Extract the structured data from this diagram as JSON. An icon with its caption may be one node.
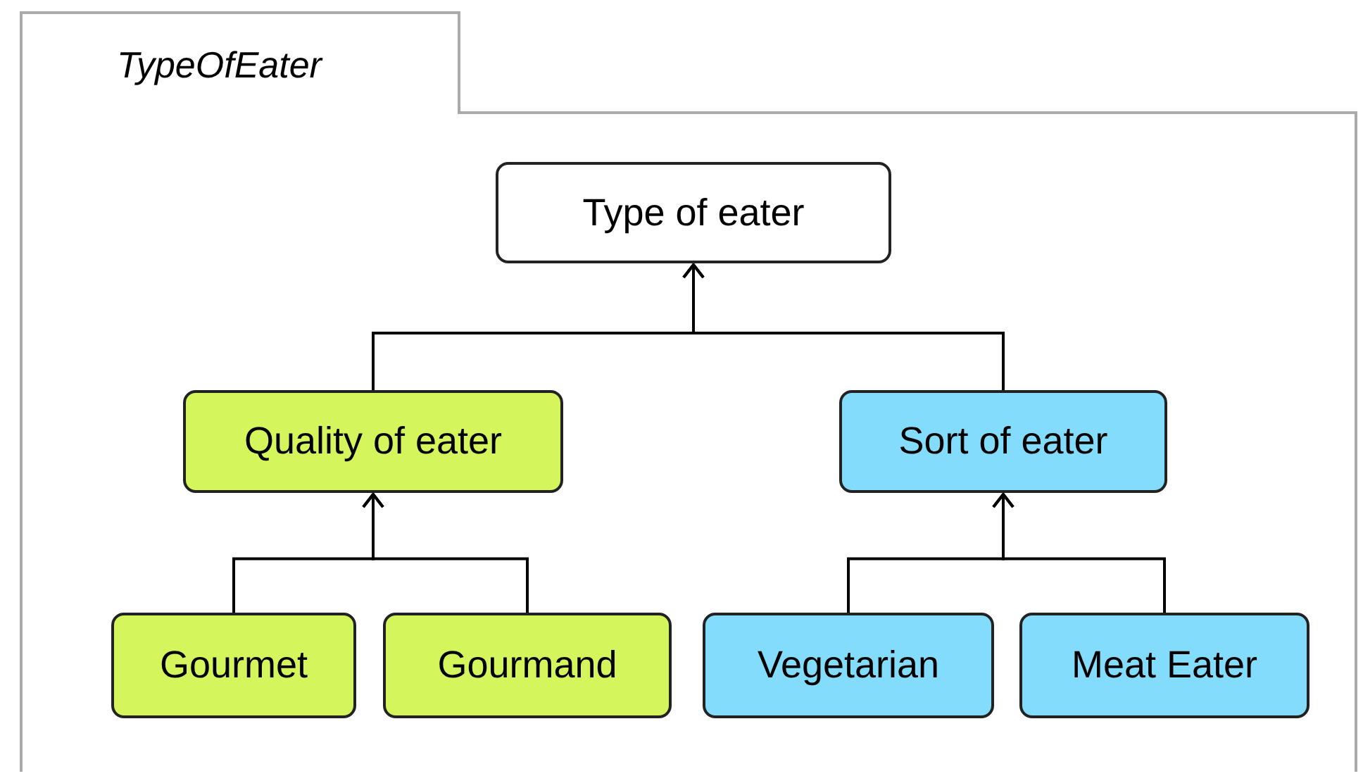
{
  "diagram": {
    "nodes": [
      {
        "text": [
          "TypeOfEater"
        ]
      },
      {
        "text": [
          "Type of eater"
        ],
        "in": 0
      },
      {
        "text": [
          "Quality of eater"
        ],
        "in": 0
      },
      {
        "text": [
          "Sort of eater"
        ],
        "in": 0
      },
      {
        "text": [
          "Gourmet"
        ],
        "in": 0
      },
      {
        "text": [
          "Gourmand"
        ],
        "in": 0
      },
      {
        "text": [
          "Vegetarian"
        ],
        "in": 0
      },
      {
        "text": [
          "Meat Eater"
        ],
        "in": 0
      }
    ],
    "edges": [
      {
        "from": 2,
        "to": 1,
        "arrow": "to"
      },
      {
        "from": 3,
        "to": 1,
        "arrow": "to"
      },
      {
        "from": 4,
        "to": 2,
        "arrow": "to"
      },
      {
        "from": 5,
        "to": 2,
        "arrow": "to"
      },
      {
        "from": 6,
        "to": 3,
        "arrow": "to"
      },
      {
        "from": 7,
        "to": 3,
        "arrow": "to"
      }
    ]
  }
}
